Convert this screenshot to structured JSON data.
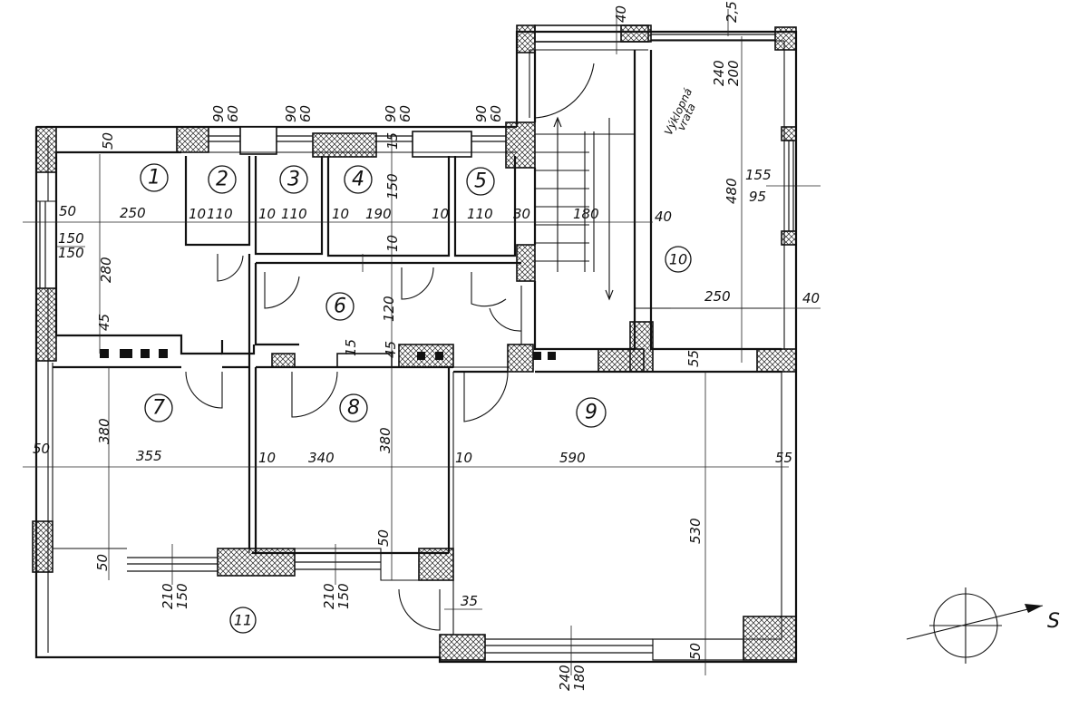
{
  "rooms": {
    "r1": "1",
    "r2": "2",
    "r3": "3",
    "r4": "4",
    "r5": "5",
    "r6": "6",
    "r7": "7",
    "r8": "8",
    "r9": "9",
    "r10": "10",
    "r11": "11"
  },
  "dims": {
    "d_top_40": "40",
    "d_top_25": "2,5",
    "d_w1": "90",
    "d_w1b": "60",
    "d_w2": "90",
    "d_w2b": "60",
    "d_w3": "90",
    "d_w3b": "60",
    "d_w4": "90",
    "d_w4b": "60",
    "d_win10a": "240",
    "d_win10b": "200",
    "d_h1_50": "50",
    "d_15": "15",
    "d_150": "150",
    "d_row_50": "50",
    "d_row_250": "250",
    "d_row_10a": "10",
    "d_row_110a": "110",
    "d_row_10b": "10",
    "d_row_110b": "110",
    "d_row_10c": "10",
    "d_row_190": "190",
    "d_row_10d": "10",
    "d_row_110c": "110",
    "d_row_30": "30",
    "d_row_180": "180",
    "d_row_40": "40",
    "d_win1a": "150",
    "d_win1b": "150",
    "d_280": "280",
    "d_10v": "10",
    "d_120": "120",
    "d_45a": "45",
    "d_45b": "45",
    "d_15b": "15",
    "d_480": "480",
    "d_win10c": "155",
    "d_win10d": "95",
    "d_250b": "250",
    "d_40b": "40",
    "d_55a": "55",
    "d_380a": "380",
    "d_380b": "380",
    "d_mid_50": "50",
    "d_mid_355": "355",
    "d_mid_10a": "10",
    "d_mid_340": "340",
    "d_mid_10b": "10",
    "d_mid_590": "590",
    "d_mid_55": "55",
    "d_530": "530",
    "d_bot_50a": "50",
    "d_bot_50b": "50",
    "d_bot_50c": "50",
    "d_w7a": "210",
    "d_w7b": "150",
    "d_w8a": "210",
    "d_w8b": "150",
    "d_35": "35",
    "d_w9a": "240",
    "d_w9b": "180"
  },
  "notes": {
    "vyklopna": "Výklopná",
    "vrata": "vrata"
  },
  "compass": {
    "south": "S"
  }
}
